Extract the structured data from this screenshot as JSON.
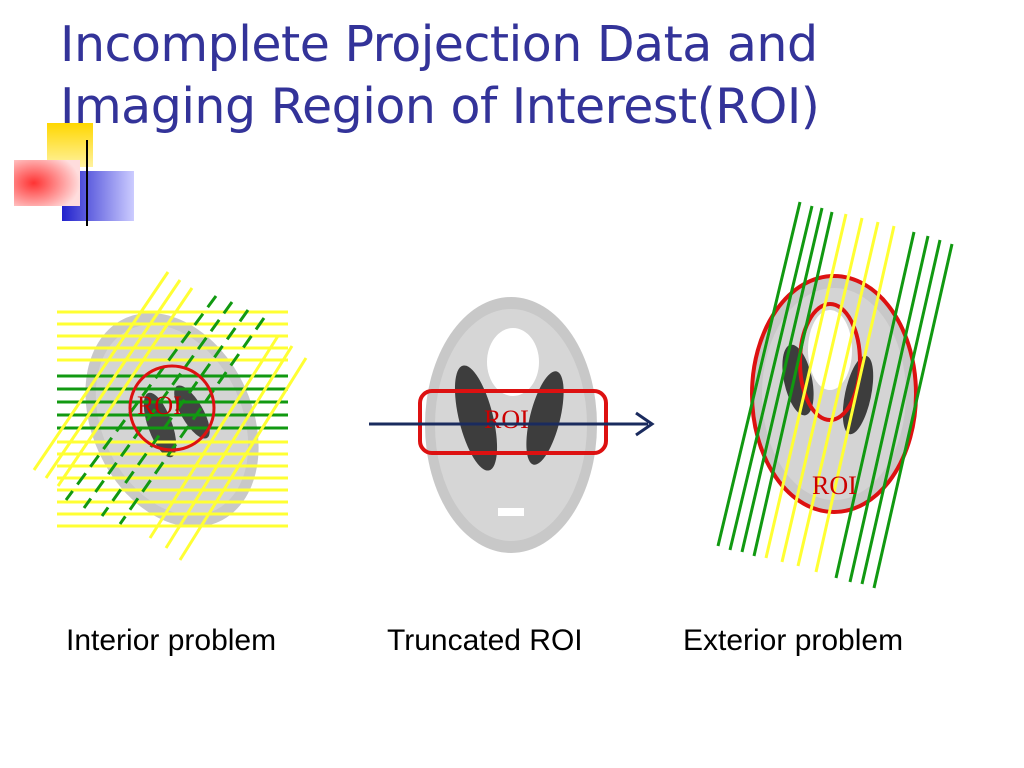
{
  "slide": {
    "title_line1": "Incomplete Projection Data and",
    "title_line2": "Imaging Region of Interest(ROI)"
  },
  "panels": [
    {
      "roi_label": "ROI",
      "caption": "Interior problem"
    },
    {
      "roi_label": "ROI",
      "caption": "Truncated ROI"
    },
    {
      "roi_label": "ROI",
      "caption": "Exterior problem"
    }
  ],
  "colors": {
    "title": "#333399",
    "roi": "#dd1111",
    "yellow_lines": "#ffff33",
    "green_lines": "#119911",
    "arrow": "#1a2b5e",
    "phantom_outer": "#c8c8c8",
    "phantom_inner": "#d8d8d8",
    "phantom_dark": "#444444"
  },
  "icons": {
    "decoration": "bullet-squares-decoration",
    "arrow": "right-arrow-icon"
  }
}
